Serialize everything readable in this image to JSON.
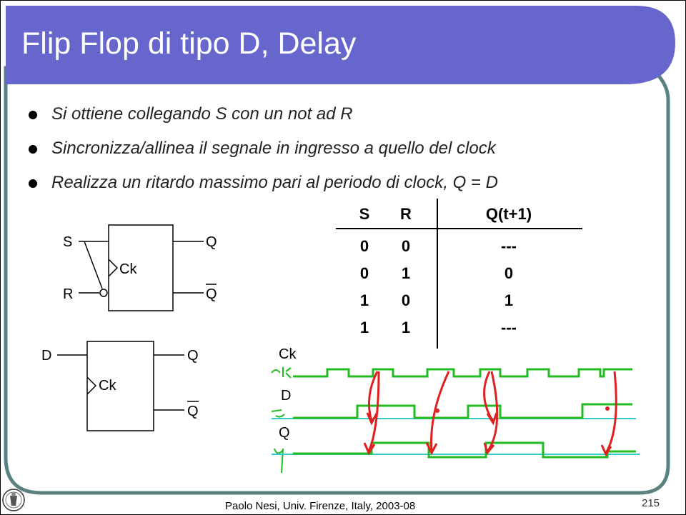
{
  "title": "Flip Flop di tipo D, Delay",
  "bullets": [
    "Si ottiene collegando S con un not ad R",
    "Sincronizza/allinea il segnale in ingresso a quello del clock",
    "Realizza un ritardo massimo pari al periodo di clock, Q = D"
  ],
  "sr_flipflop": {
    "input_s": "S",
    "input_r": "R",
    "clock": "Ck",
    "output_q": "Q",
    "output_q_bar": "Q"
  },
  "d_flipflop": {
    "input_d": "D",
    "clock": "Ck",
    "output_q": "Q",
    "output_q_bar": "Q"
  },
  "truth_table": {
    "headers": [
      "S",
      "R",
      "Q(t+1)"
    ],
    "rows": [
      [
        "0",
        "0",
        "---"
      ],
      [
        "0",
        "1",
        "0"
      ],
      [
        "1",
        "0",
        "1"
      ],
      [
        "1",
        "1",
        "---"
      ]
    ]
  },
  "timing_diagram": {
    "labels": [
      "Ck",
      "D",
      "Q"
    ]
  },
  "footer": "Paolo Nesi, Univ. Firenze, Italy, 2003-08",
  "page_number": "215",
  "colors": {
    "title_bar": "#6666cc",
    "frame": "#5a8080",
    "signal_green": "#22bb22",
    "arrow_red": "#e02020",
    "baseline_cyan": "#33cccc"
  }
}
